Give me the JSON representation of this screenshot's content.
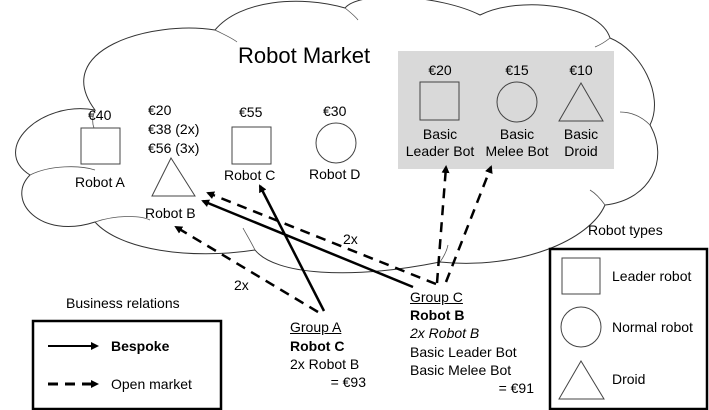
{
  "market": {
    "title": "Robot Market",
    "robots": [
      {
        "name": "Robot A",
        "shape": "square",
        "prices": [
          "€40"
        ]
      },
      {
        "name": "Robot B",
        "shape": "triangle",
        "prices": [
          "€20",
          "€38 (2x)",
          "€56 (3x)"
        ]
      },
      {
        "name": "Robot C",
        "shape": "square",
        "prices": [
          "€55"
        ]
      },
      {
        "name": "Robot D",
        "shape": "circle",
        "prices": [
          "€30"
        ]
      }
    ],
    "basic": [
      {
        "name_l1": "Basic",
        "name_l2": "Leader Bot",
        "shape": "square",
        "price": "€20"
      },
      {
        "name_l1": "Basic",
        "name_l2": "Melee Bot",
        "shape": "circle",
        "price": "€15"
      },
      {
        "name_l1": "Basic",
        "name_l2": "Droid",
        "shape": "triangle",
        "price": "€10"
      }
    ],
    "basic_panel_color": "#d9d9d9"
  },
  "groups": {
    "a": {
      "label": "Group A",
      "leader": "Robot C",
      "lines": [
        "2x Robot B"
      ],
      "total": "= €93"
    },
    "c": {
      "label": "Group C",
      "leader": "Robot B",
      "italic_line": "2x Robot B",
      "lines": [
        "Basic Leader Bot",
        "Basic Melee Bot"
      ],
      "total": "= €91"
    }
  },
  "edges": [
    {
      "from": "Group A",
      "to": "Robot C",
      "type": "bespoke",
      "label": ""
    },
    {
      "from": "Group A",
      "to": "Robot B",
      "type": "open market",
      "label": "2x"
    },
    {
      "from": "Group C",
      "to": "Robot B",
      "type": "bespoke",
      "label": ""
    },
    {
      "from": "Group C",
      "to": "Robot B",
      "type": "open market",
      "label": "2x"
    },
    {
      "from": "Group C",
      "to": "Basic Leader Bot",
      "type": "open market",
      "label": ""
    },
    {
      "from": "Group C",
      "to": "Basic Melee Bot",
      "type": "open market",
      "label": ""
    }
  ],
  "legend_relations": {
    "title": "Business relations",
    "items": [
      {
        "label": "Bespoke",
        "style": "solid"
      },
      {
        "label": "Open market",
        "style": "dashed"
      }
    ]
  },
  "legend_types": {
    "title": "Robot types",
    "items": [
      {
        "label": "Leader robot",
        "shape": "square"
      },
      {
        "label": "Normal robot",
        "shape": "circle"
      },
      {
        "label": "Droid",
        "shape": "triangle"
      }
    ]
  }
}
